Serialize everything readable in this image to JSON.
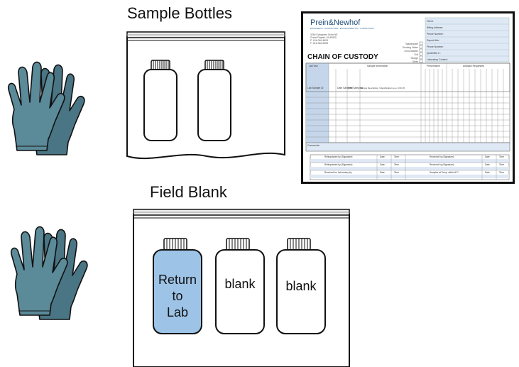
{
  "headings": {
    "sample_bottles": "Sample Bottles",
    "field_blank": "Field Blank"
  },
  "field_blank_bottles": [
    {
      "label": "Return to Lab",
      "lines": [
        "Return",
        "to",
        "Lab"
      ],
      "fill": "#9dc3e6"
    },
    {
      "label": "blank",
      "lines": [
        "blank"
      ],
      "fill": "#ffffff"
    },
    {
      "label": "blank",
      "lines": [
        "blank"
      ],
      "fill": "#ffffff"
    }
  ],
  "sample_bottles_count": 2,
  "colors": {
    "glove": "#5b8a99",
    "glove_shadow": "#4a7584",
    "return_bottle": "#9dc3e6",
    "outline": "#111111",
    "form_blue": "#c5d6ea",
    "form_brand": "#1f4e79"
  },
  "icons": [
    "glove-pair-icon",
    "zip-bag-icon",
    "bottle-icon",
    "document-icon"
  ],
  "chain_of_custody_form": {
    "brand": "Prein&Newhof",
    "tagline": "ENGINEERS ▪ SURVEYORS ▪ ENVIRONMENTAL ▪ LABORATORY",
    "address_lines": [
      "3260 Evergreen Drive NE",
      "Grand Rapids, MI 49525",
      "P: 616-364-8491",
      "F: 616-364-6955"
    ],
    "right_fields": [
      "Client:",
      "Billing Address:",
      "Phone Number:",
      "Report Attn:",
      "Phone Number:",
      "Quote/Bid # :",
      "Laboratory Contact:"
    ],
    "matrix_options": [
      "Wastewater",
      "Drinking Water",
      "Groundwater",
      "Soil",
      "Sludge",
      "Other"
    ],
    "title": "CHAIN OF CUSTODY",
    "section_headers": [
      "Lab Use",
      "Sample Information",
      "Preservative",
      "Analysis Requested"
    ],
    "column_headers": [
      "Lab Sample ID",
      "Date Sampled",
      "Time Sampled",
      "Sample Description / Identification (e.g. COC #)"
    ],
    "comments_label": "Comments:",
    "signature_rows": [
      {
        "left": "Relinquished by (Signature):",
        "date": "Date",
        "time": "Time",
        "right": "Received by (Signature):",
        "date2": "Date",
        "time2": "Time"
      },
      {
        "left": "Relinquished by (Signature):",
        "date": "Date",
        "time": "Time",
        "right": "Received by (Signature):",
        "date2": "Date",
        "time2": "Time"
      },
      {
        "left": "Received for Laboratory by:",
        "date": "Date",
        "time": "Time",
        "right": "Samples at Temp. within 6°C:",
        "date2": "Date",
        "time2": "Time"
      }
    ]
  }
}
